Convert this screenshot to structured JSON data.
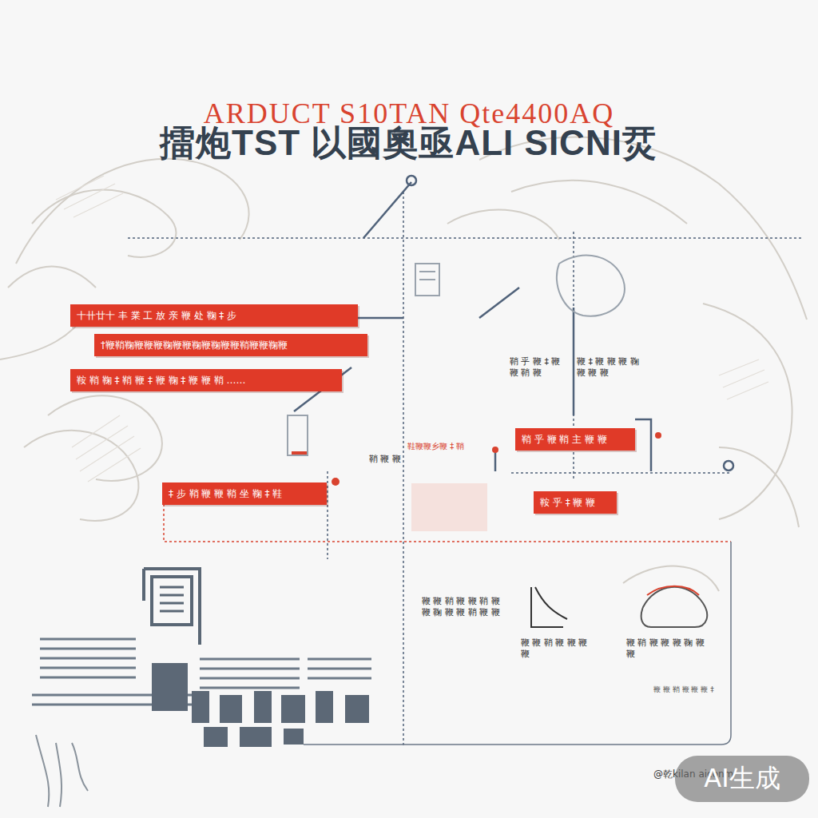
{
  "diagram": {
    "title": "擂炮TST 以國奧亟ALI SICNI烎",
    "nodes": [
      {
        "text": [
          "十卄廿十 丰 業 工 放 亲 鞭 处 鞠 ‡ 步"
        ]
      },
      {
        "text": [
          "†鞭鞘鞠鞭鞭鞭鞠鞭鞭鞠鞭鞠鞭鞭鞘鞭鞭鞠鞭"
        ]
      },
      {
        "text": [
          "鞍 鞘 鞠 ‡ 鞘 鞭 ‡ 鞭 鞠 ‡ 鞭 鞭 鞘 ……"
        ]
      },
      {
        "text": [
          "‡ 步 鞘 鞭 鞭 鞘 坐 鞠 ‡ 鞋"
        ]
      },
      {
        "text": [
          "鞘 乎 鞭 鞘 主 鞭 鞭"
        ]
      },
      {
        "text": [
          "鞍 乎 ‡ 鞭 鞭"
        ]
      }
    ],
    "labels": [
      "ARDUCT S10TAN Qte4400AQ",
      "鞘 乎 鞭 ‡ 鞭 鞭 鞘 鞭",
      "鞭 ‡ 鞭 鞭 鞭 鞠 鞭 鞭 鞭",
      "鞋鞭鞭乡鞭 ‡ 鞘",
      "鞘 鞭 鞭",
      "鞭 鞭 鞘 鞭 鞭 鞘 鞭 鞭 鞠 鞭 鞭 鞘 鞭 鞭",
      "鞭 鞭 鞘 鞭 鞭 鞭 鞭",
      "鞭 鞘 鞭 鞭 鞭 鞠 鞭 鞭",
      "鞭 鞭 鞘 鞭 鞭 鞭 ‡",
      "@乾kilan aiconm",
      "AI生成"
    ]
  }
}
